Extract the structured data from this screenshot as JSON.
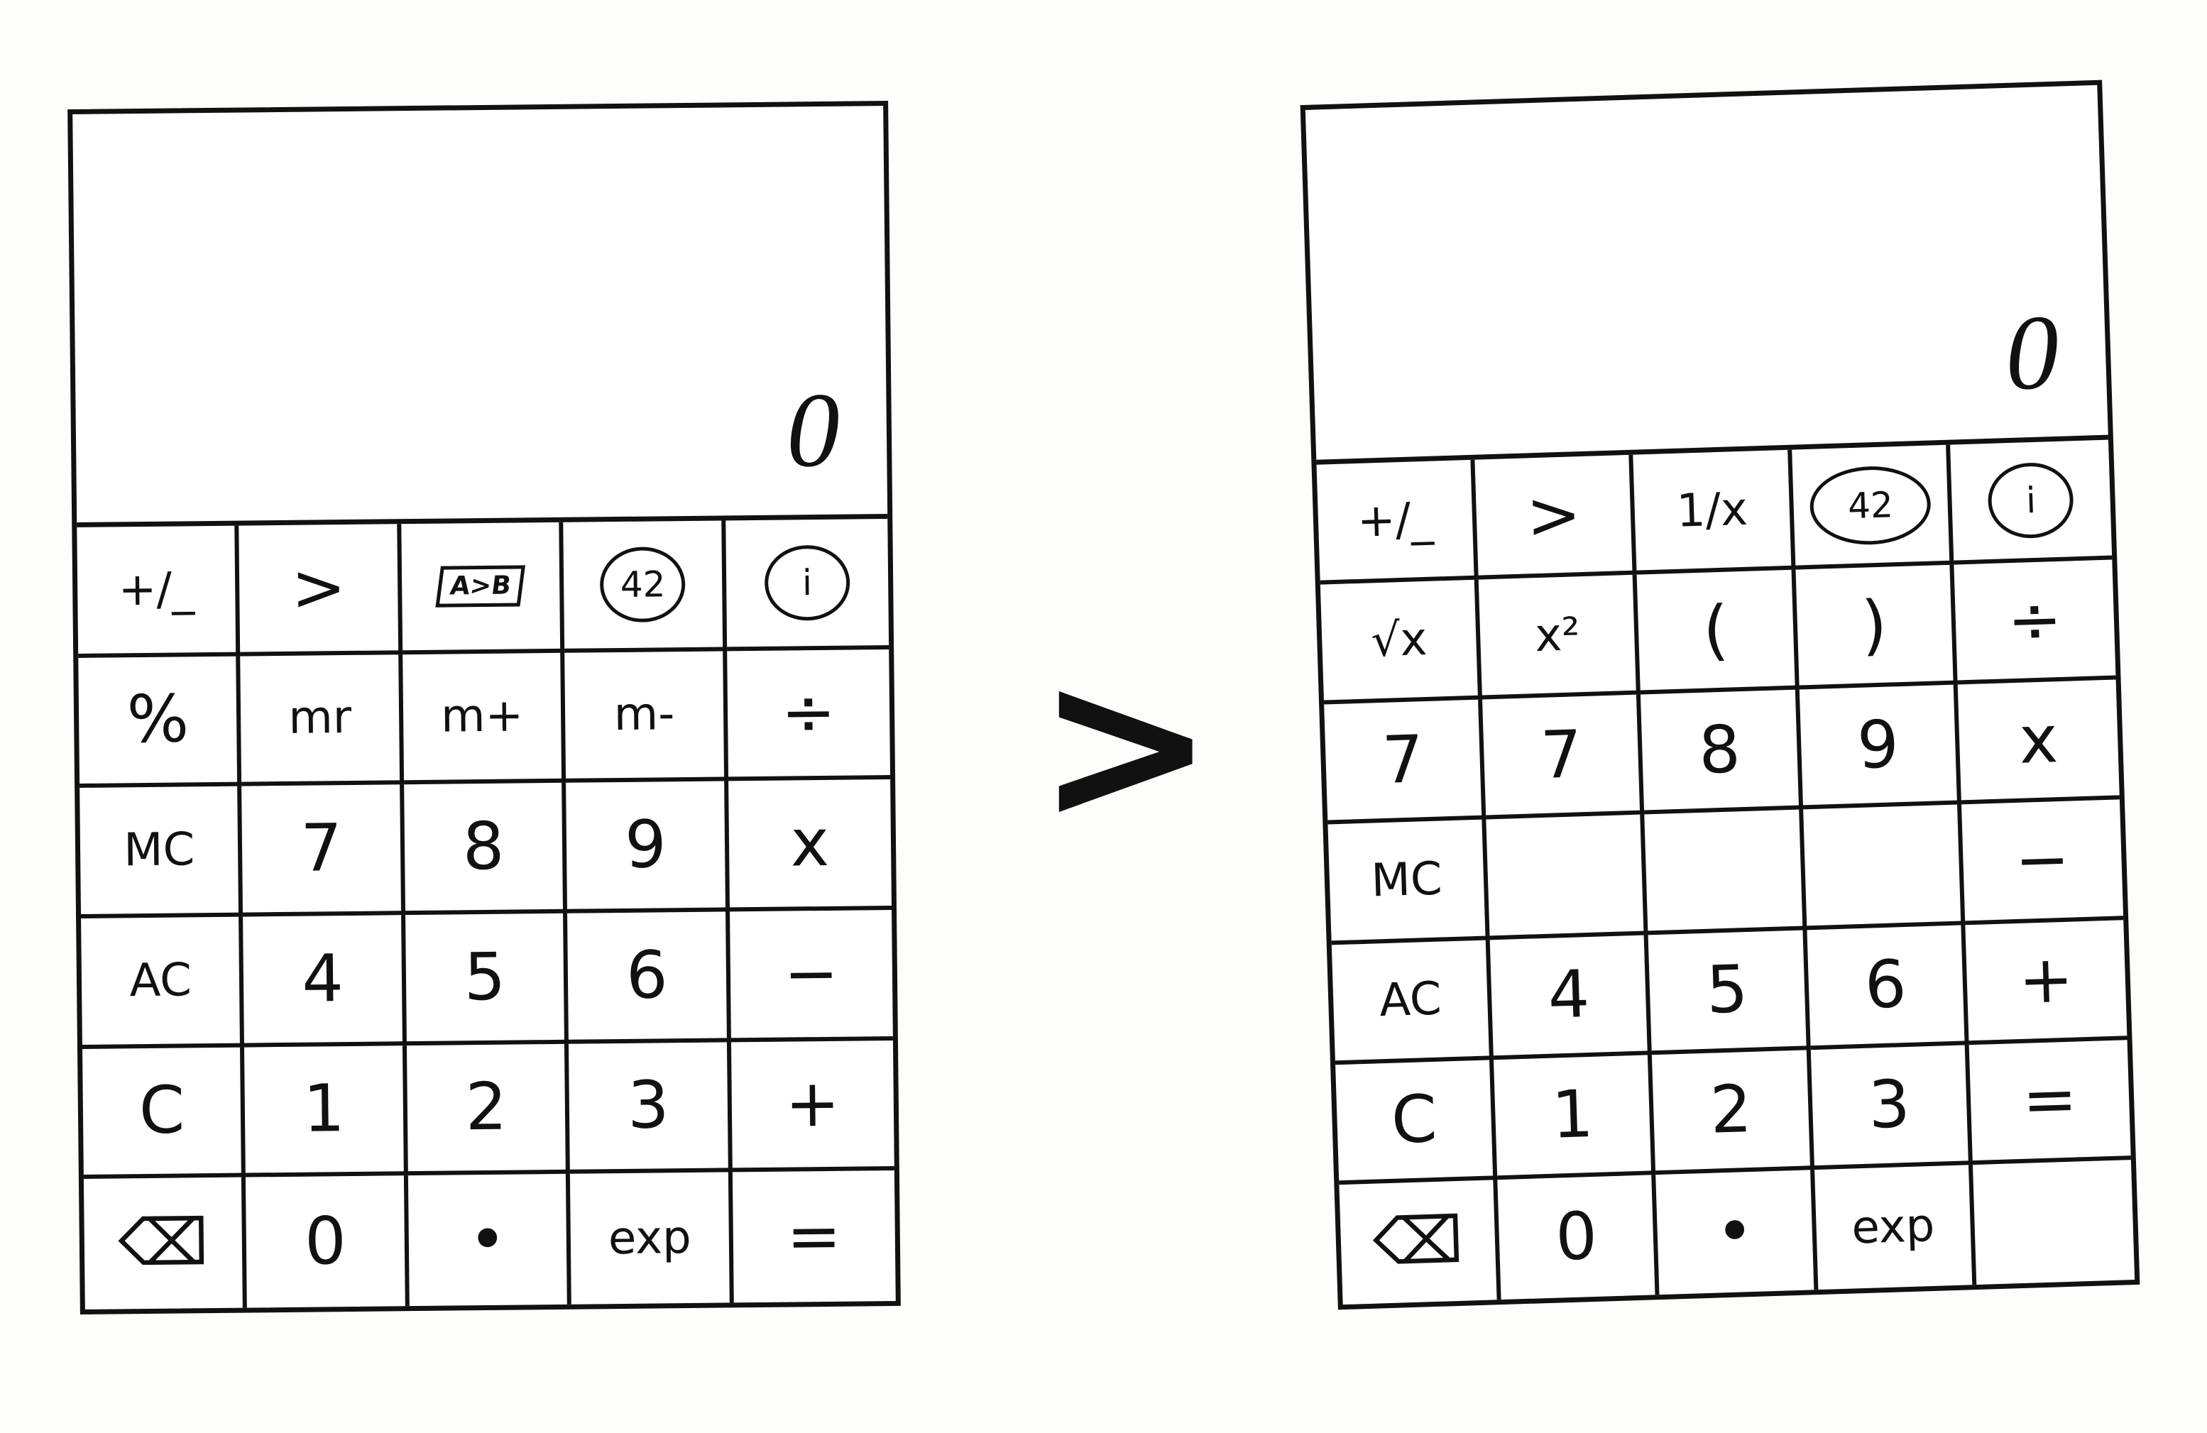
{
  "left": {
    "display": "0",
    "keys": [
      "+/_",
      ">",
      "A>B",
      "42",
      "i",
      "%",
      "mr",
      "m+",
      "m-",
      "÷",
      "MC",
      "7",
      "8",
      "9",
      "x",
      "AC",
      "4",
      "5",
      "6",
      "−",
      "C",
      "1",
      "2",
      "3",
      "+",
      "⌫",
      "0",
      "•",
      "exp",
      "="
    ]
  },
  "right": {
    "display": "0",
    "keys": [
      "+/_",
      ">",
      "1/x",
      "42",
      "i",
      "√x",
      "x²",
      "(",
      ")",
      "÷",
      "7",
      "7",
      "8",
      "9",
      "x",
      "MC",
      "",
      "",
      "",
      "−",
      "AC",
      "4",
      "5",
      "6",
      "+",
      "C",
      "1",
      "2",
      "3",
      "=",
      "⌫",
      "0",
      "•",
      "exp",
      ""
    ]
  },
  "arrow": ">"
}
